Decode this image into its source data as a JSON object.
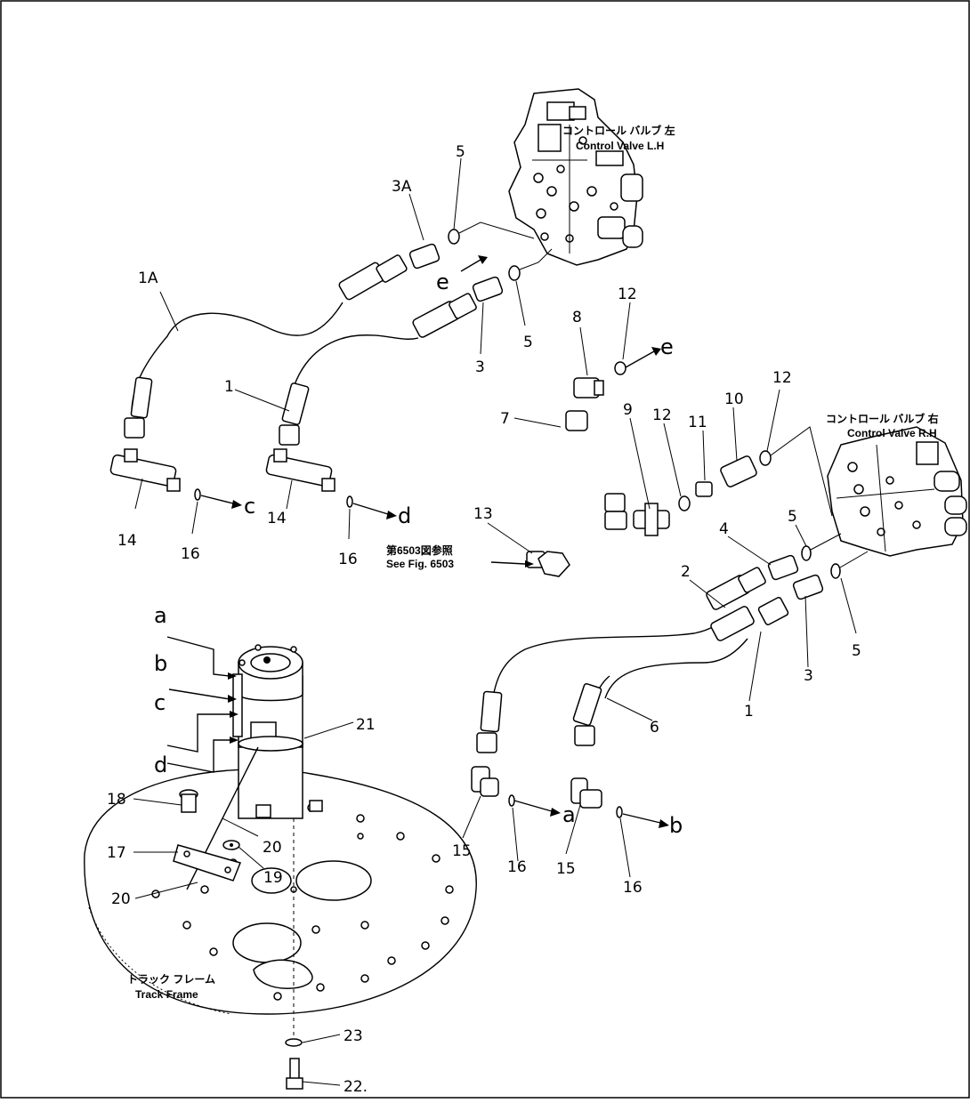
{
  "components": {
    "control_valve_lh": {
      "jp_label": "コントロール バルブ 左",
      "en_label": "Control Valve L.H"
    },
    "control_valve_rh": {
      "jp_label": "コントロール バルブ 右",
      "en_label": "Control Valve R.H"
    },
    "track_frame": {
      "jp_label": "トラック フレーム",
      "en_label": "Track Frame"
    },
    "see_fig": {
      "jp_label": "第6503図参照",
      "en_label": "See Fig. 6503"
    }
  },
  "part_numbers": {
    "p1a": "1A",
    "p1_upper": "1",
    "p1_lower": "1",
    "p2": "2",
    "p3a": "3A",
    "p3_upper": "3",
    "p3_lower": "3",
    "p4": "4",
    "p5_a": "5",
    "p5_b": "5",
    "p5_c": "5",
    "p5_d": "5",
    "p6": "6",
    "p7": "7",
    "p8": "8",
    "p9": "9",
    "p10": "10",
    "p11": "11",
    "p12_a": "12",
    "p12_b": "12",
    "p12_c": "12",
    "p13": "13",
    "p14_a": "14",
    "p14_b": "14",
    "p15_a": "15",
    "p15_b": "15",
    "p16_a": "16",
    "p16_b": "16",
    "p16_c": "16",
    "p16_d": "16",
    "p17": "17",
    "p18": "18",
    "p19": "19",
    "p20_a": "20",
    "p20_b": "20",
    "p21": "21",
    "p22": "22.",
    "p23": "23"
  },
  "connection_letters": {
    "a_in": "a",
    "b_in": "b",
    "c_in": "c",
    "d_in": "d",
    "a_out": "a",
    "b_out": "b",
    "c_out": "c",
    "d_out": "d",
    "e_upper": "e",
    "e_right": "e"
  }
}
